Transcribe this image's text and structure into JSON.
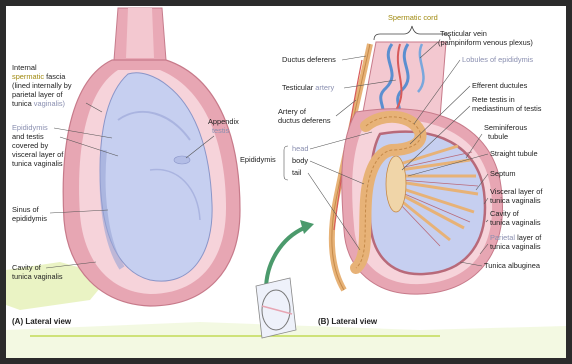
{
  "colors": {
    "frame": "#2b2b2b",
    "panel": "#ffffff",
    "tunica_outer": "#e7a6b3",
    "tunica_inner": "#f6d3da",
    "testis": "#c6cff0",
    "epididymis": "#e7b277",
    "artery": "#d75a5a",
    "vein": "#5b8fd0",
    "arrow": "#4b9a6c",
    "accent_green": "#b5d334"
  },
  "icons": [
    "up-right-curved-arrow-icon",
    "sagittal-section-orientation-icon"
  ],
  "panel_a": {
    "caption": "(A) Lateral view",
    "labels": {
      "fascia_1": "Internal",
      "fascia_2a": "spermatic",
      "fascia_2b": " fascia",
      "fascia_3": "(lined internally by",
      "fascia_4": "parietal layer of",
      "fascia_5a": "tunica ",
      "fascia_5b": "vaginalis)",
      "epi_1": "Epididymis",
      "epi_2": "and testis",
      "epi_3": "covered by",
      "epi_4": "visceral layer of",
      "epi_5": "tunica vaginalis",
      "sinus_1": "Sinus of",
      "sinus_2": "epididymis",
      "cavity_1": "Cavity of",
      "cavity_2": "tunica vaginalis",
      "appendix_1": "Appendix",
      "appendix_2": "testis"
    }
  },
  "panel_b": {
    "caption": "(B) Lateral view",
    "labels": {
      "spermatic_cord": "Spermatic cord",
      "testicular_vein_1": "Testicular vein",
      "testicular_vein_2": "(pampiniform venous plexus)",
      "ductus_deferens": "Ductus deferens",
      "testicular_artery_a": "Testicular ",
      "testicular_artery_b": "artery",
      "artery_ductus_1": "Artery of",
      "artery_ductus_2": "ductus deferens",
      "epididymis": "Epididymis",
      "head": "head",
      "body": "body",
      "tail": "tail",
      "lobules": "Lobules of epididymis",
      "efferent": "Efferent ductules",
      "rete_1": "Rete testis in",
      "rete_2": "mediastinum of testis",
      "seminiferous_1": "Seminiferous",
      "seminiferous_2": "tubule",
      "straight": "Straight tubule",
      "septum": "Septum",
      "visceral_1": "Visceral layer of",
      "visceral_2": "tunica vaginalis",
      "cavity_1": "Cavity of",
      "cavity_2": "tunica vaginalis",
      "parietal_1a": "Parietal",
      "parietal_1b": " layer of",
      "parietal_2": "tunica vaginalis",
      "albuginea": "Tunica albuginea"
    }
  }
}
